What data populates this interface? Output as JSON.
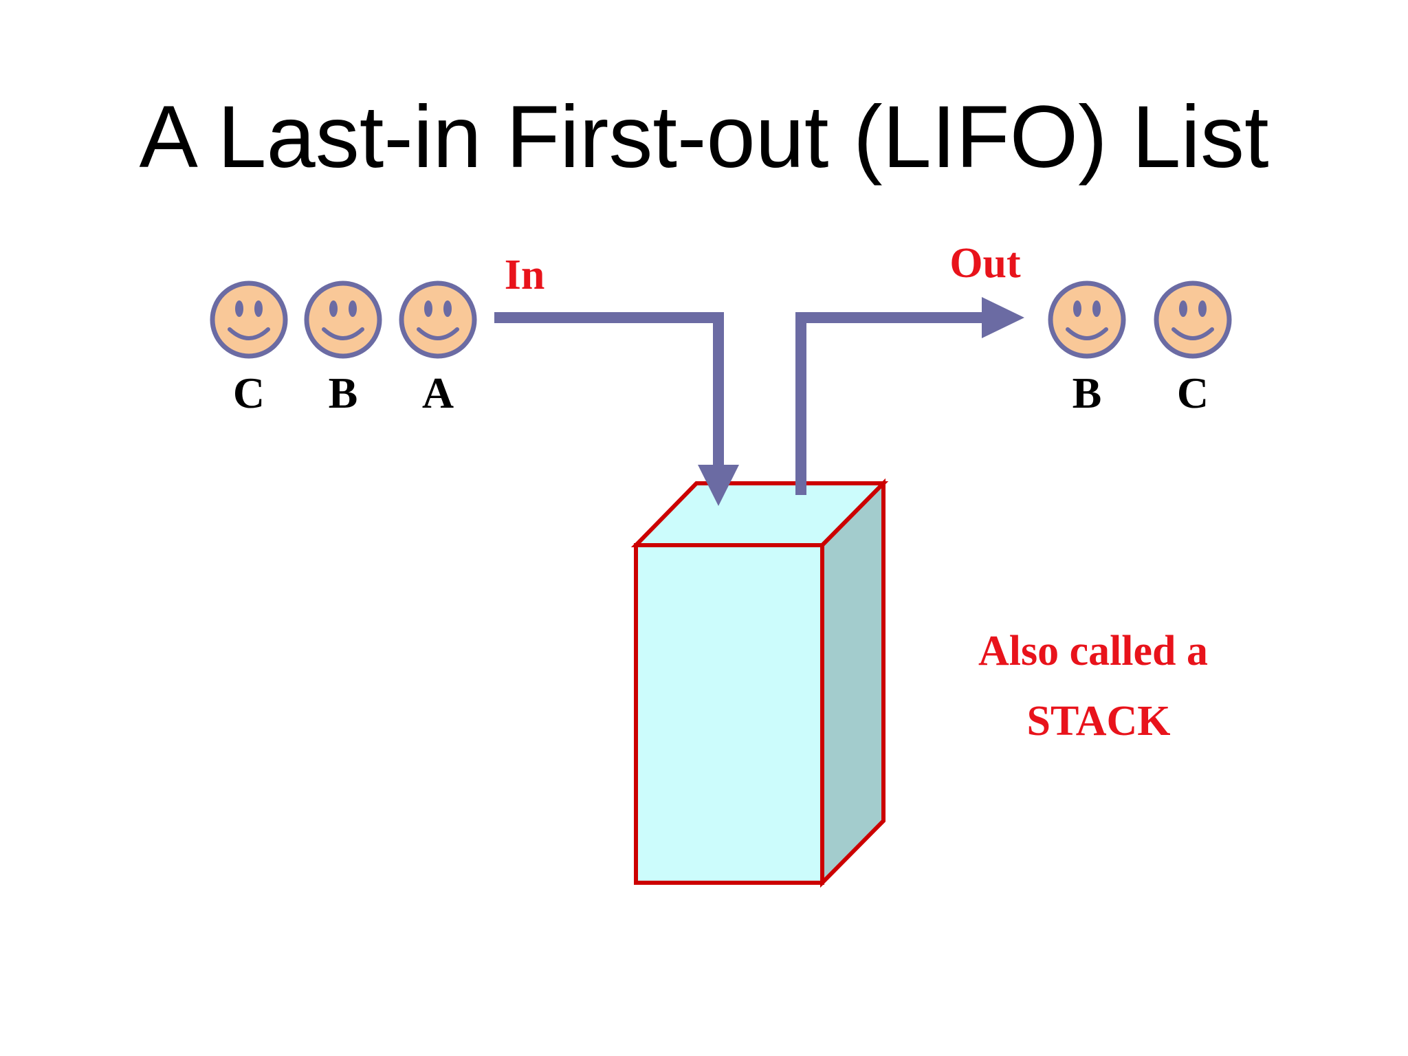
{
  "slide": {
    "title": "A Last-in First-out (LIFO) List"
  },
  "diagram": {
    "in_label": "In",
    "out_label": "Out",
    "incoming_items": [
      "C",
      "B",
      "A"
    ],
    "outgoing_items": [
      "B",
      "C"
    ],
    "note_line1": "Also called a",
    "note_line2": "STACK",
    "face_icon": "smiley-face-icon",
    "colors": {
      "arrow": "#6b6ba3",
      "face_fill": "#f9c898",
      "face_stroke": "#6b6ba3",
      "label_red": "#e8131b",
      "box_front": "#ccfcfc",
      "box_side": "#a3cccd",
      "box_stroke": "#cc0000"
    }
  }
}
